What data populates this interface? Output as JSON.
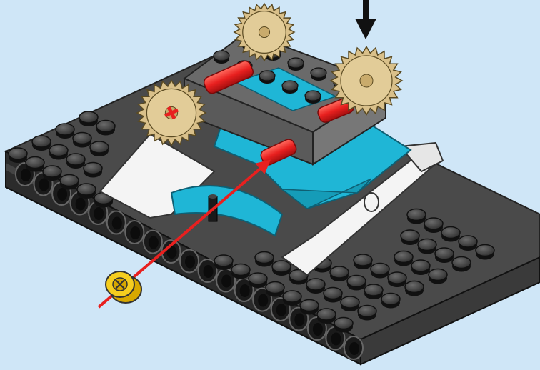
{
  "background_color": "#cfe6f7",
  "parts": [
    {
      "name": "base-plate",
      "color": "#4a4a4a"
    },
    {
      "name": "technic-beam",
      "color": "#2b2b2b"
    },
    {
      "name": "raised-platform",
      "color": "#5a5a5a"
    },
    {
      "name": "wedge-slope",
      "color": "#1fb6d6"
    },
    {
      "name": "white-wedge",
      "color": "#f4f4f4"
    },
    {
      "name": "tan-gear",
      "color": "#d9c08a"
    },
    {
      "name": "red-axle",
      "color": "#e8201f"
    },
    {
      "name": "yellow-bush",
      "color": "#f5cd1f"
    }
  ],
  "indicators": [
    {
      "name": "insert-arrow",
      "color": "#e8201f"
    },
    {
      "name": "down-arrow",
      "color": "#111111"
    }
  ]
}
